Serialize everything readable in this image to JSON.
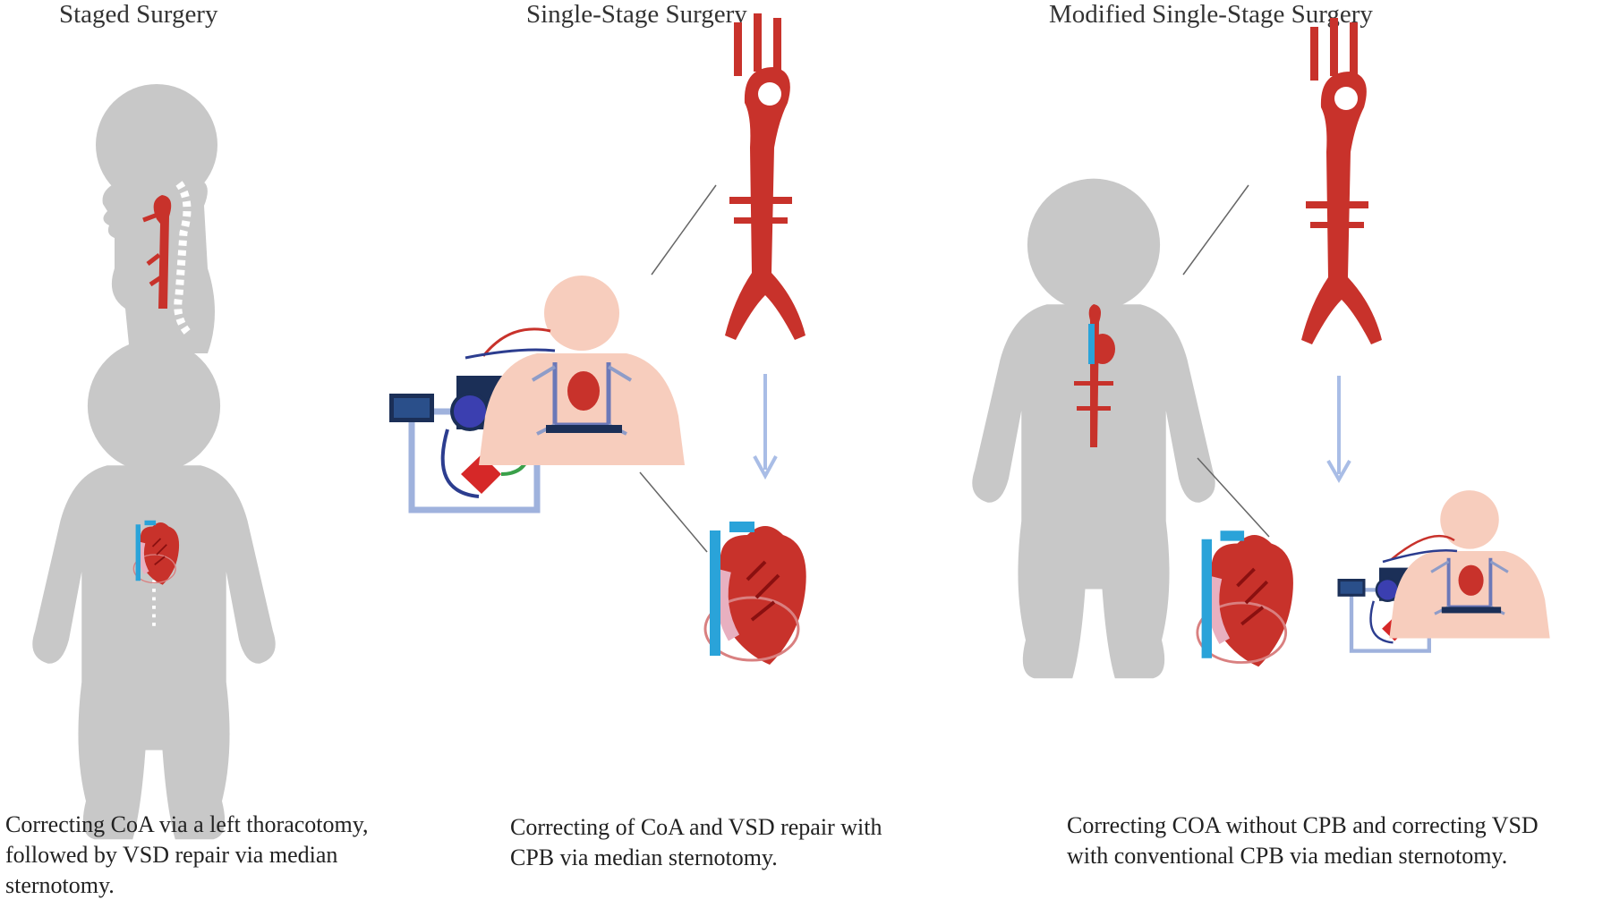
{
  "columns": [
    {
      "title": "Staged Surgery",
      "caption_lines": [
        "Correcting CoA via a left thoracotomy,",
        "followed by VSD repair via median",
        "sternotomy."
      ]
    },
    {
      "title": "Single-Stage Surgery",
      "caption_lines": [
        "Correcting of CoA and VSD repair with",
        "CPB via median sternotomy."
      ]
    },
    {
      "title": "Modified Single-Stage Surgery",
      "caption_lines": [
        "Correcting COA without CPB and correcting VSD",
        "with conventional CPB via median sternotomy."
      ]
    }
  ],
  "colors": {
    "silhouette": "#c8c8c8",
    "skin": "#f7cdbd",
    "aorta": "#c8322b",
    "vein": "#2aa3d9",
    "machine": "#9fb2dd",
    "arrow": "#a9bde6"
  }
}
